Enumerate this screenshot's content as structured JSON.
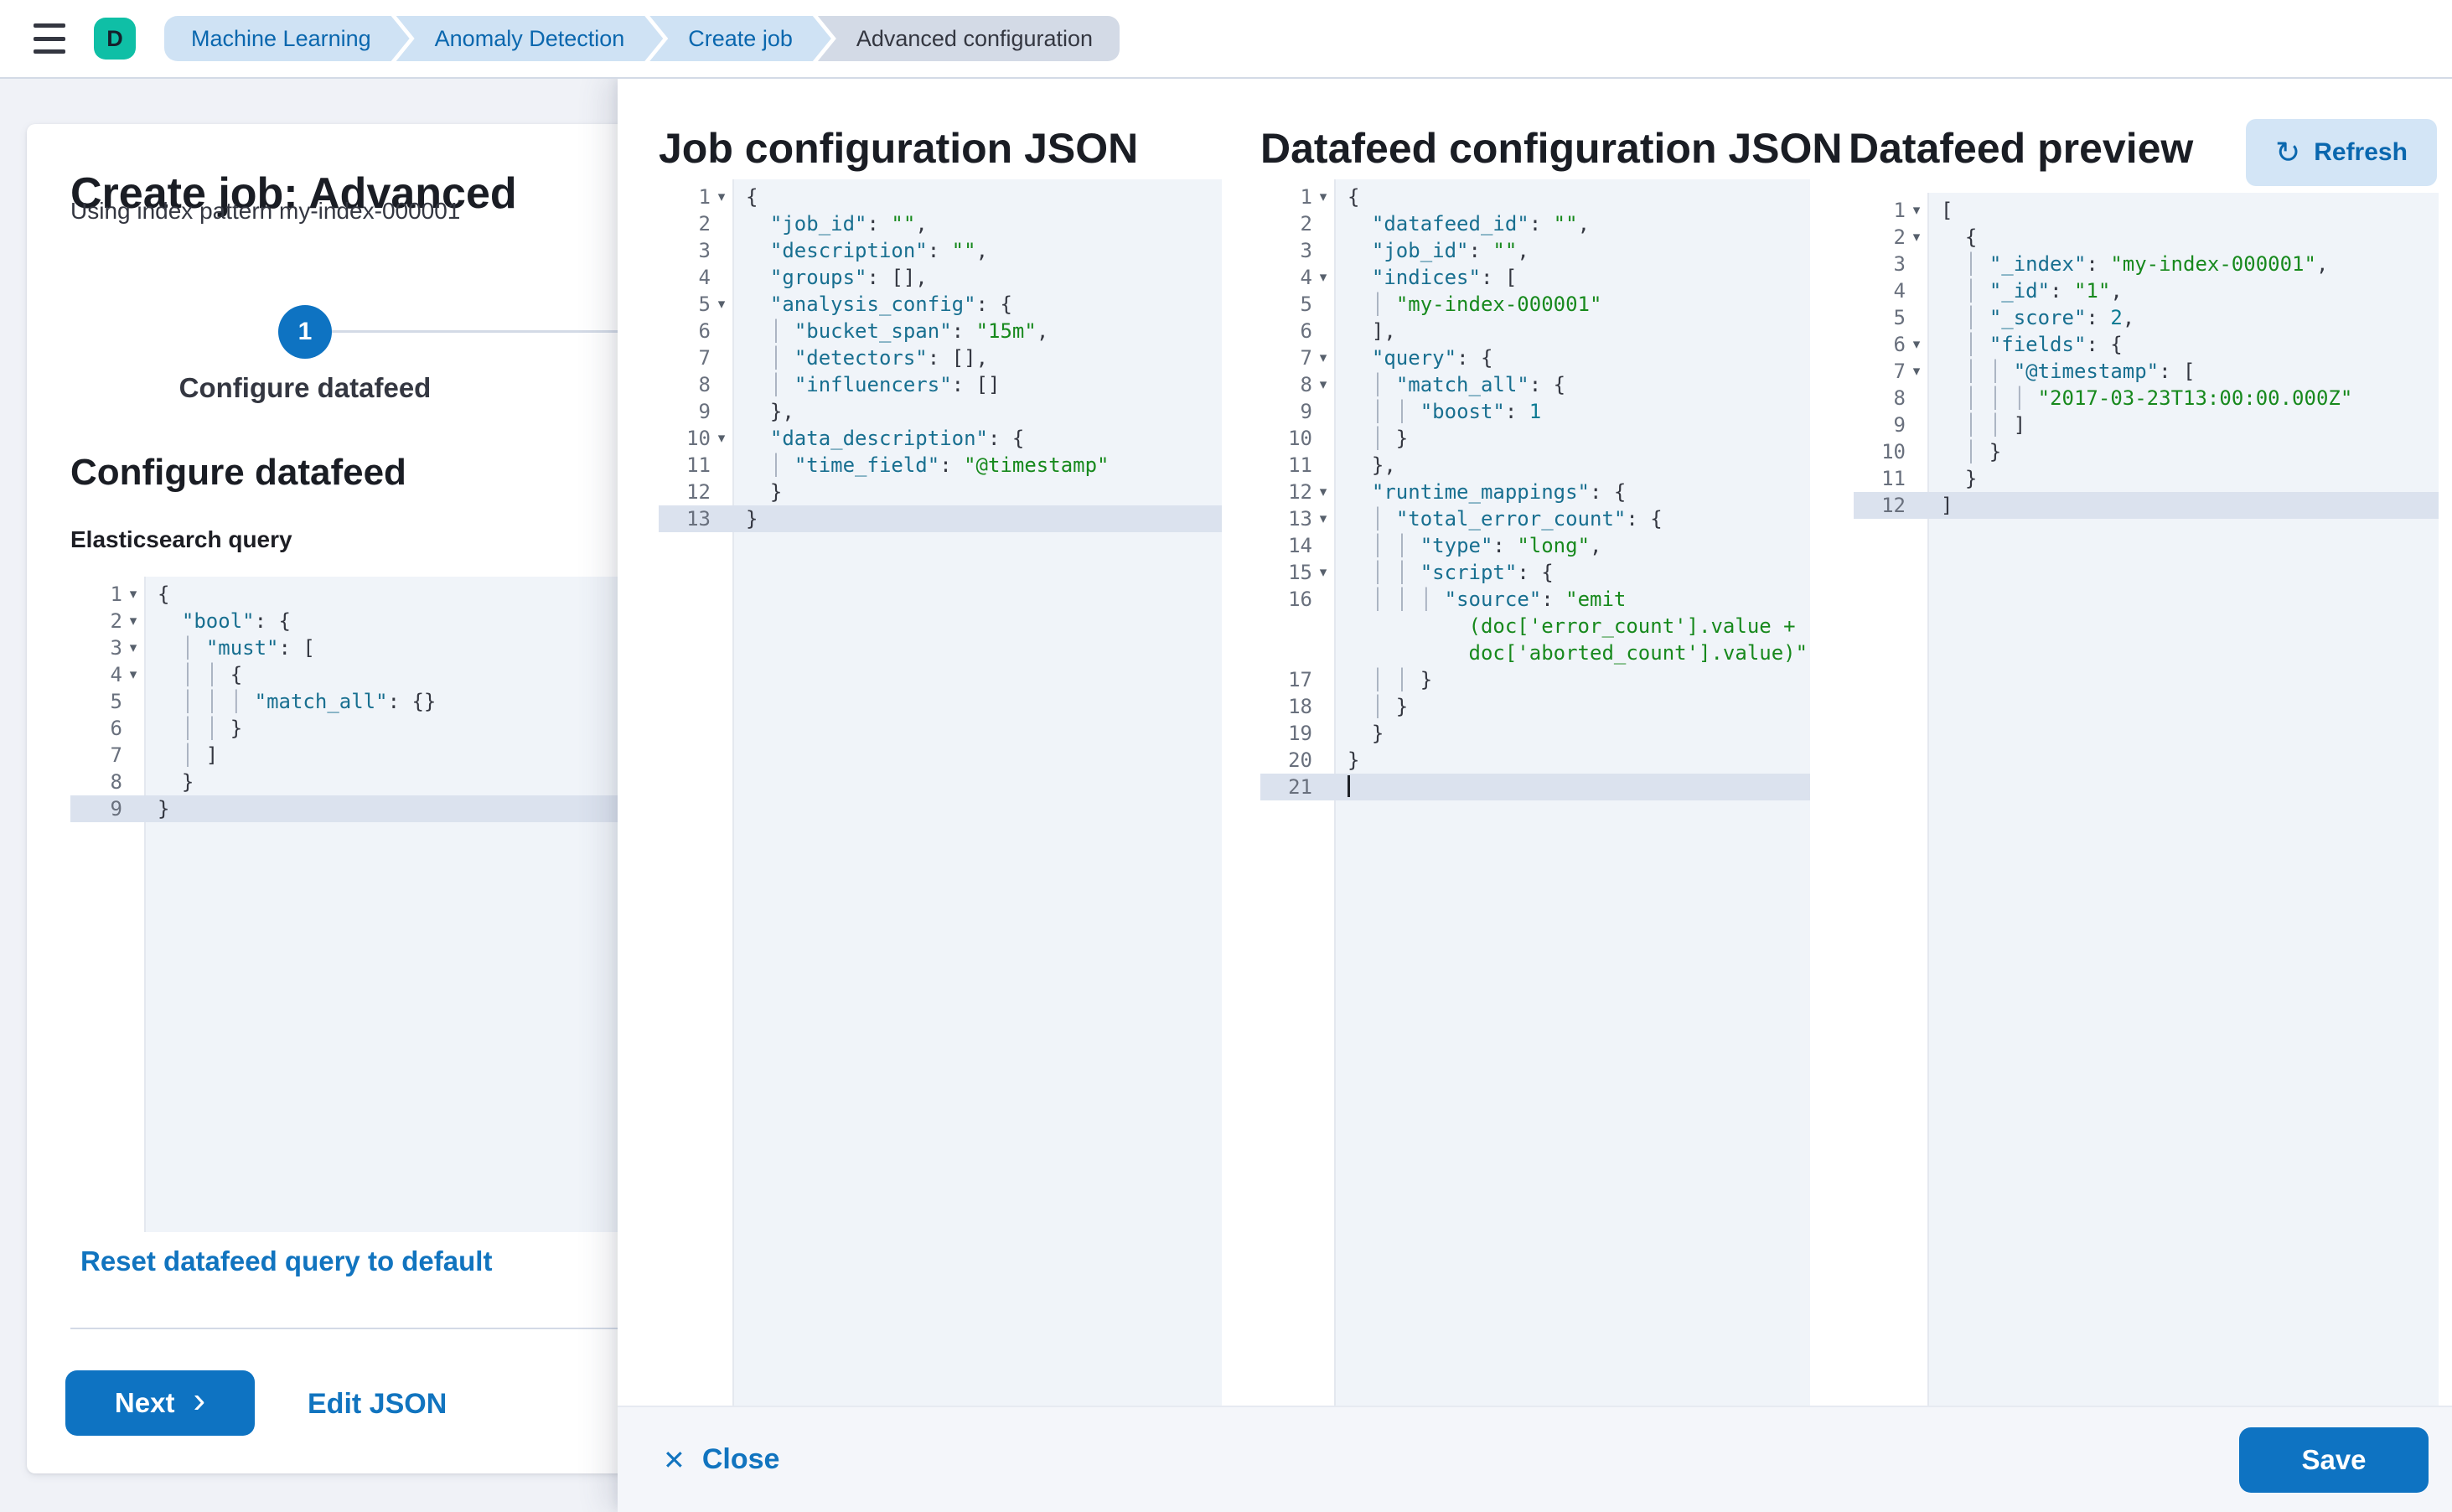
{
  "header": {
    "avatar_letter": "D",
    "breadcrumbs": [
      {
        "label": "Machine Learning"
      },
      {
        "label": "Anomaly Detection"
      },
      {
        "label": "Create job"
      },
      {
        "label": "Advanced configuration"
      }
    ]
  },
  "wizard": {
    "title": "Create job: Advanced",
    "subtitle": "Using index pattern my-index-000001",
    "step_number": "1",
    "step_label": "Configure datafeed",
    "section_heading": "Configure datafeed",
    "query_label": "Elasticsearch query",
    "reset_link": "Reset datafeed query to default",
    "next_button": "Next",
    "edit_json_link": "Edit JSON"
  },
  "flyout": {
    "job_editor_title": "Job configuration JSON",
    "datafeed_editor_title": "Datafeed configuration JSON",
    "preview_title": "Datafeed preview",
    "refresh_button": "Refresh",
    "close_button": "Close",
    "save_button": "Save"
  },
  "colors": {
    "accent_blue": "#0e73c2",
    "link_blue": "#1174bf",
    "breadcrumb_bg": "#cfe2f4",
    "breadcrumb_current_bg": "#d3dae6",
    "avatar_bg": "#0fbfa6",
    "editor_bg": "#f0f4f9",
    "editor_active_line": "#dbe2ee",
    "code_key": "#186f90",
    "code_string": "#17891d",
    "code_number": "#0c7b93"
  },
  "editors": {
    "query": {
      "active_line": 9,
      "cursor_line": null,
      "folds": [
        1,
        2,
        3,
        4
      ],
      "lines": [
        "{",
        "  \"bool\": {",
        "  │ \"must\": [",
        "  │ │ {",
        "  │ │ │ \"match_all\": {}",
        "  │ │ }",
        "  │ ]",
        "  }",
        "}"
      ]
    },
    "job": {
      "active_line": 13,
      "cursor_line": null,
      "folds": [
        1,
        5,
        10
      ],
      "lines": [
        "{",
        "  \"job_id\": \"\",",
        "  \"description\": \"\",",
        "  \"groups\": [],",
        "  \"analysis_config\": {",
        "  │ \"bucket_span\": \"15m\",",
        "  │ \"detectors\": [],",
        "  │ \"influencers\": []",
        "  },",
        "  \"data_description\": {",
        "  │ \"time_field\": \"@timestamp\"",
        "  }",
        "}"
      ]
    },
    "datafeed": {
      "active_line": 21,
      "cursor_line": 21,
      "folds": [
        1,
        4,
        7,
        8,
        12,
        13,
        15
      ],
      "lines": [
        "{",
        "  \"datafeed_id\": \"\",",
        "  \"job_id\": \"\",",
        "  \"indices\": [",
        "  │ \"my-index-000001\"",
        "  ],",
        "  \"query\": {",
        "  │ \"match_all\": {",
        "  │ │ \"boost\": 1",
        "  │ }",
        "  },",
        "  \"runtime_mappings\": {",
        "  │ \"total_error_count\": {",
        "  │ │ \"type\": \"long\",",
        "  │ │ \"script\": {",
        "  │ │ │ \"source\": \"emit",
        {
          "t": "          (doc['error_count'].value +",
          "wrap": true,
          "str": true
        },
        {
          "t": "          doc['aborted_count'].value)\"",
          "wrap": true,
          "str": true
        },
        "  │ │ }",
        "  │ }",
        "  }",
        "}",
        ""
      ]
    },
    "preview": {
      "active_line": 12,
      "cursor_line": null,
      "folds": [
        1,
        2,
        6,
        7
      ],
      "lines": [
        "[",
        "  {",
        "  │ \"_index\": \"my-index-000001\",",
        "  │ \"_id\": \"1\",",
        "  │ \"_score\": 2,",
        "  │ \"fields\": {",
        "  │ │ \"@timestamp\": [",
        "  │ │ │ \"2017-03-23T13:00:00.000Z\"",
        "  │ │ ]",
        "  │ }",
        "  }",
        "]"
      ]
    }
  }
}
